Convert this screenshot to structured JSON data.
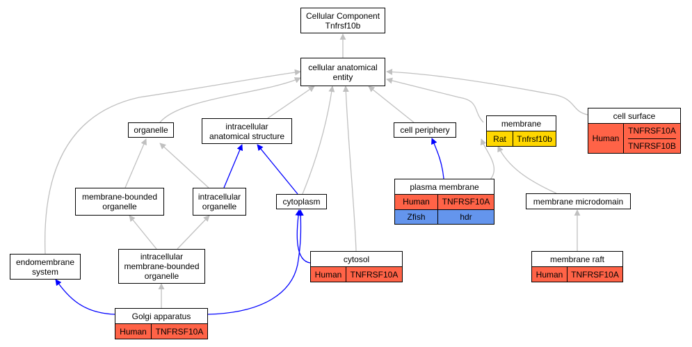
{
  "colors": {
    "gray_edge": "#c0c0c0",
    "blue_edge": "#0000ff",
    "human": "#ff6347",
    "rat": "#ffd700",
    "zfish": "#6495ed"
  },
  "nodes": {
    "root": "Cellular Component\nTnfrsf10b",
    "cae": "cellular anatomical\nentity",
    "organelle": "organelle",
    "ias": "intracellular\nanatomical structure",
    "cell_periphery": "cell periphery",
    "mbo": "membrane-bounded\norganelle",
    "io": "intracellular\norganelle",
    "cytoplasm": "cytoplasm",
    "endomembrane": "endomembrane\nsystem",
    "imbo": "intracellular\nmembrane-bounded\norganelle",
    "membrane_microdomain": "membrane microdomain"
  },
  "tables": {
    "membrane": {
      "title": "membrane",
      "species": "Rat",
      "gene": "Tnfrsf10b"
    },
    "cell_surface": {
      "title": "cell surface",
      "species": "Human",
      "genes": [
        "TNFRSF10A",
        "TNFRSF10B"
      ]
    },
    "plasma_membrane": {
      "title": "plasma membrane",
      "rows": [
        {
          "species": "Human",
          "gene": "TNFRSF10A"
        },
        {
          "species": "Zfish",
          "gene": "hdr"
        }
      ]
    },
    "cytosol": {
      "title": "cytosol",
      "species": "Human",
      "gene": "TNFRSF10A"
    },
    "membrane_raft": {
      "title": "membrane raft",
      "species": "Human",
      "gene": "TNFRSF10A"
    },
    "golgi": {
      "title": "Golgi apparatus",
      "species": "Human",
      "gene": "TNFRSF10A"
    }
  }
}
